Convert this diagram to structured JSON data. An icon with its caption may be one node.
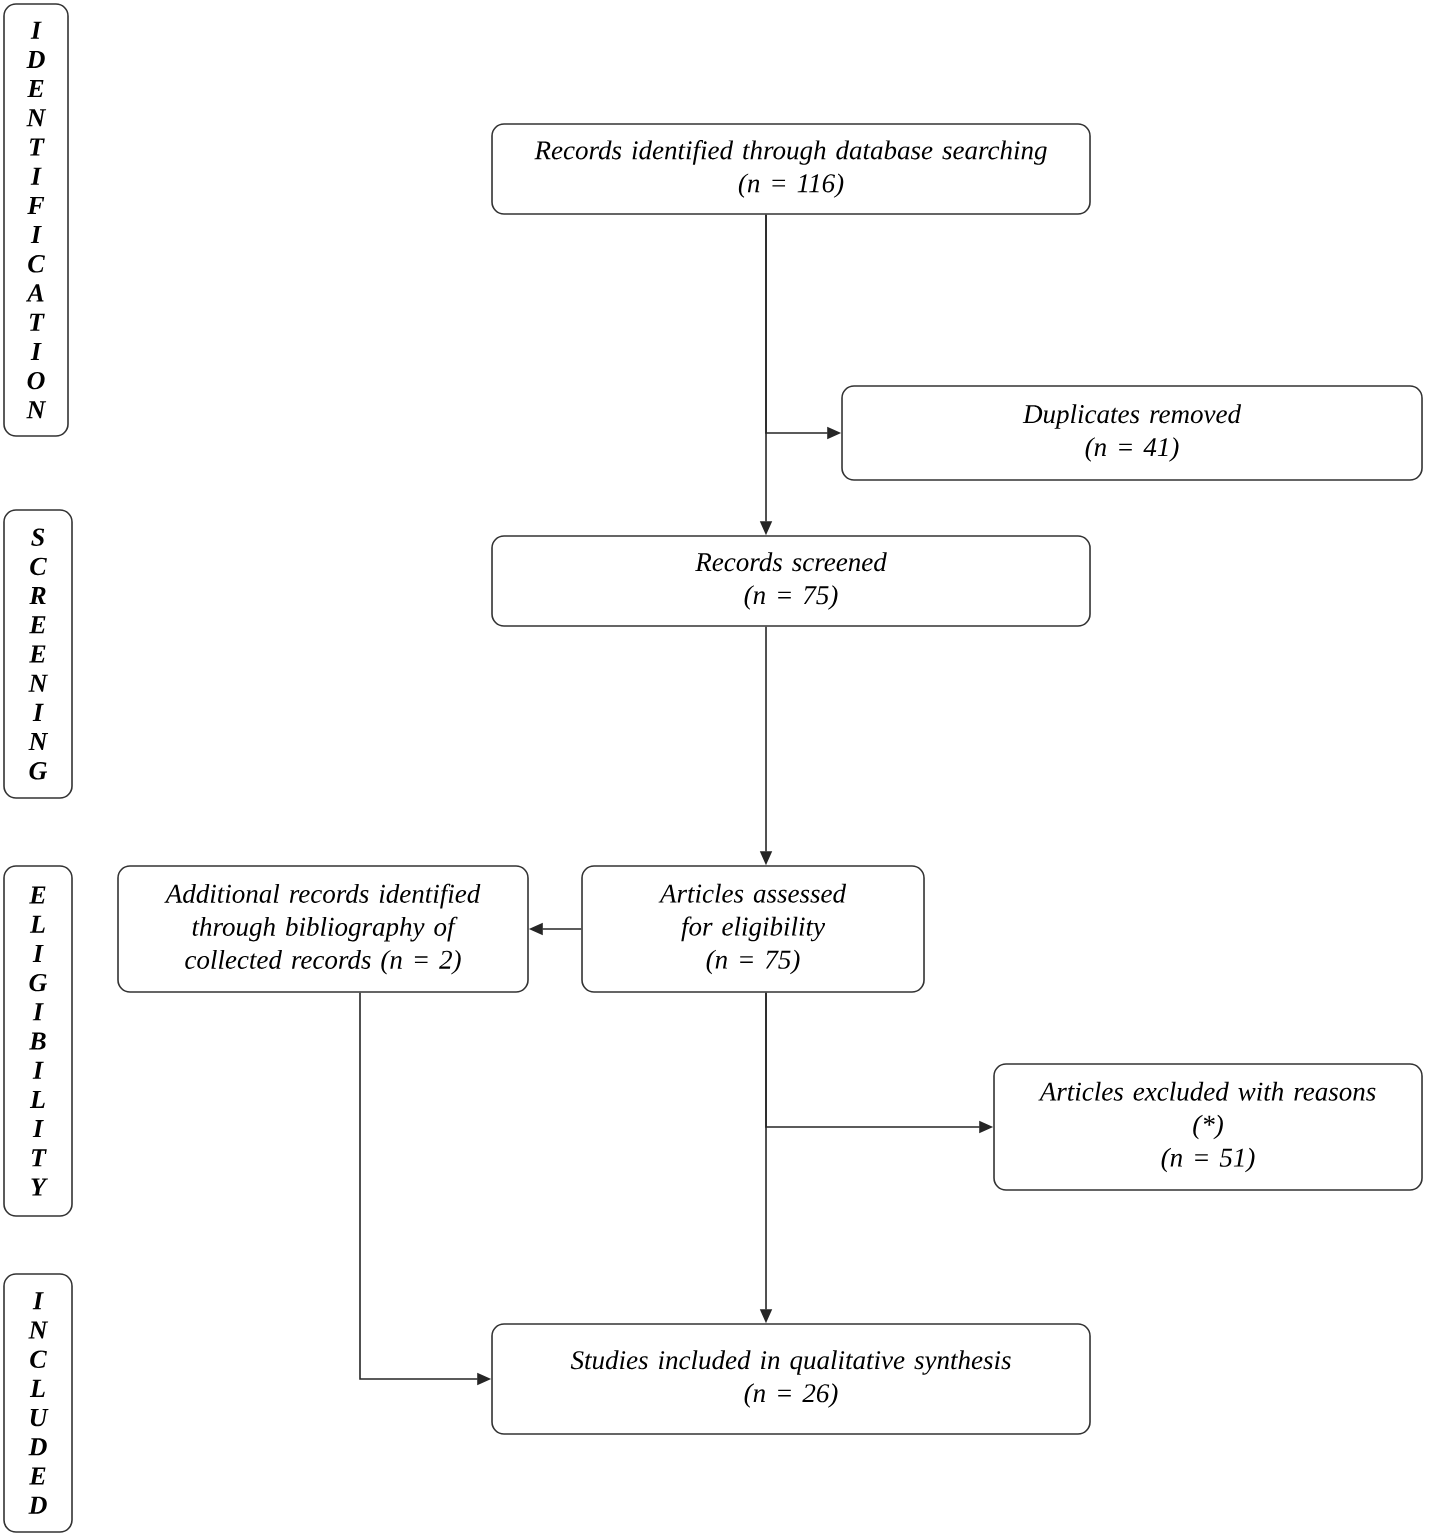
{
  "diagram": {
    "nodes": [
      {
        "text": [
          "I D E N T I F I C A T I O N"
        ]
      },
      {
        "text": [
          "S C R E E N I N G"
        ]
      },
      {
        "text": [
          "E L I G I B I L I T Y"
        ]
      },
      {
        "text": [
          "I N C L U D E D"
        ]
      },
      {
        "text": [
          "Records identified through database searching",
          "(n = 116)"
        ]
      },
      {
        "text": [
          "Duplicates removed",
          "(n = 41)"
        ]
      },
      {
        "text": [
          "Records screened",
          "(n = 75)"
        ]
      },
      {
        "text": [
          "Additional records identified through bibliography of collected records (n = 2)"
        ]
      },
      {
        "text": [
          "Articles assessed for eligibility",
          "(n = 75)"
        ]
      },
      {
        "text": [
          "Articles excluded with reasons",
          "(*)",
          "(n = 51)"
        ]
      },
      {
        "text": [
          "Studies included in qualitative synthesis",
          "(n = 26)"
        ]
      }
    ],
    "edges": [
      {
        "from": 4,
        "to": 6,
        "arrow": "to"
      },
      {
        "from": 4,
        "to": 5,
        "arrow": "to"
      },
      {
        "from": 6,
        "to": 8,
        "arrow": "to"
      },
      {
        "from": 8,
        "to": 7,
        "arrow": "to"
      },
      {
        "from": 8,
        "to": 9,
        "arrow": "to"
      },
      {
        "from": 8,
        "to": 10,
        "arrow": "to"
      },
      {
        "from": 7,
        "to": 10,
        "arrow": "to"
      }
    ]
  }
}
